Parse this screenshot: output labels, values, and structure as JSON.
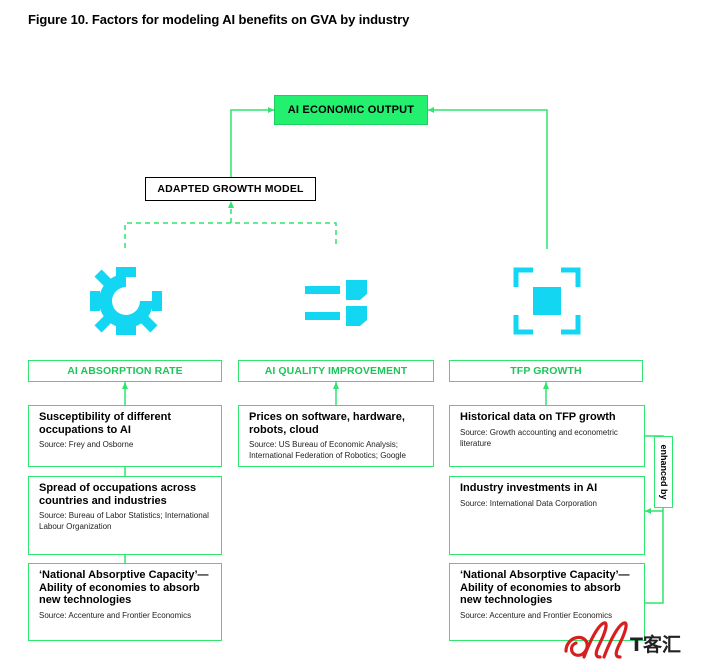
{
  "figure_title": "Figure 10. Factors for modeling AI benefits on GVA by industry",
  "output": {
    "label": "AI ECONOMIC OUTPUT"
  },
  "model": {
    "label": "ADAPTED GROWTH MODEL"
  },
  "columns": [
    {
      "header": "AI ABSORPTION RATE",
      "icon": "gear-icon",
      "cards": [
        {
          "heading": "Susceptibility of different occupations to AI",
          "source": "Source: Frey and Osborne"
        },
        {
          "heading": "Spread of occupations across countries and industries",
          "source": "Source: Bureau of Labor Statistics; International Labour Organization"
        },
        {
          "heading": "‘National Absorptive Capacity’—Ability of economies to absorb new technologies",
          "source": "Source: Accenture and Frontier Economics"
        }
      ]
    },
    {
      "header": "AI QUALITY IMPROVEMENT",
      "icon": "quality-bars-icon",
      "cards": [
        {
          "heading": "Prices on software, hardware, robots, cloud",
          "source": "Source: US Bureau of Economic Analysis; International Federation of Robotics; Google"
        }
      ]
    },
    {
      "header": "TFP GROWTH",
      "icon": "focus-square-icon",
      "cards": [
        {
          "heading": "Historical data on TFP growth",
          "source": "Source: Growth accounting and econometric literature"
        },
        {
          "heading": "Industry investments in AI",
          "source": "Source: International Data Corporation"
        },
        {
          "heading": "‘National Absorptive Capacity’—Ability of economies to absorb new technologies",
          "source": "Source: Accenture and Frontier Economics"
        }
      ]
    }
  ],
  "enhanced_label": "enhanced by",
  "watermark": "T客汇",
  "colors": {
    "accent": "#23f06e",
    "icon": "#13d6f2",
    "line": "#2fe56f",
    "watermark": "#d81e1e"
  }
}
